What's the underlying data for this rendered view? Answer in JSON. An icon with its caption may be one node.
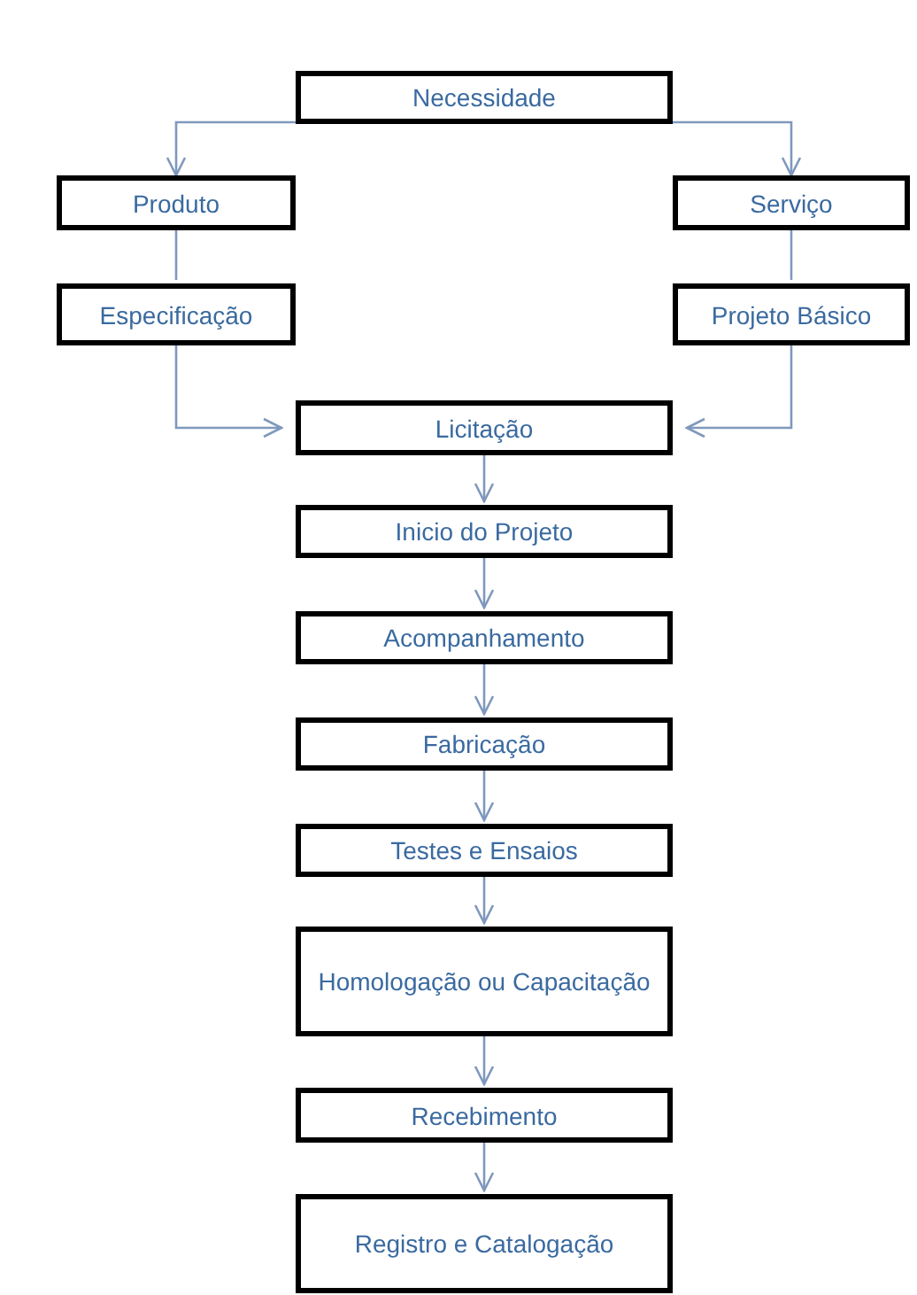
{
  "diagram": {
    "nodes": [
      {
        "text": [
          "Necessidade"
        ]
      },
      {
        "text": [
          "Produto"
        ]
      },
      {
        "text": [
          "Serviço"
        ]
      },
      {
        "text": [
          "Especificação"
        ]
      },
      {
        "text": [
          "Projeto Básico"
        ]
      },
      {
        "text": [
          "Licitação"
        ]
      },
      {
        "text": [
          "Inicio do Projeto"
        ]
      },
      {
        "text": [
          "Acompanhamento"
        ]
      },
      {
        "text": [
          "Fabricação"
        ]
      },
      {
        "text": [
          "Testes e Ensaios"
        ]
      },
      {
        "text": [
          "Homologação ou Capacitação"
        ]
      },
      {
        "text": [
          "Recebimento"
        ]
      },
      {
        "text": [
          "Registro e Catalogação"
        ]
      }
    ],
    "edges": [
      {
        "from": 0,
        "to": 1,
        "arrow": "to"
      },
      {
        "from": 0,
        "to": 2,
        "arrow": "to"
      },
      {
        "from": 1,
        "to": 3,
        "arrow": "none"
      },
      {
        "from": 2,
        "to": 4,
        "arrow": "none"
      },
      {
        "from": 3,
        "to": 5,
        "arrow": "to"
      },
      {
        "from": 4,
        "to": 5,
        "arrow": "to"
      },
      {
        "from": 5,
        "to": 6,
        "arrow": "to"
      },
      {
        "from": 6,
        "to": 7,
        "arrow": "to"
      },
      {
        "from": 7,
        "to": 8,
        "arrow": "to"
      },
      {
        "from": 8,
        "to": 9,
        "arrow": "to"
      },
      {
        "from": 9,
        "to": 10,
        "arrow": "to"
      },
      {
        "from": 10,
        "to": 11,
        "arrow": "to"
      },
      {
        "from": 11,
        "to": 12,
        "arrow": "to"
      }
    ]
  }
}
